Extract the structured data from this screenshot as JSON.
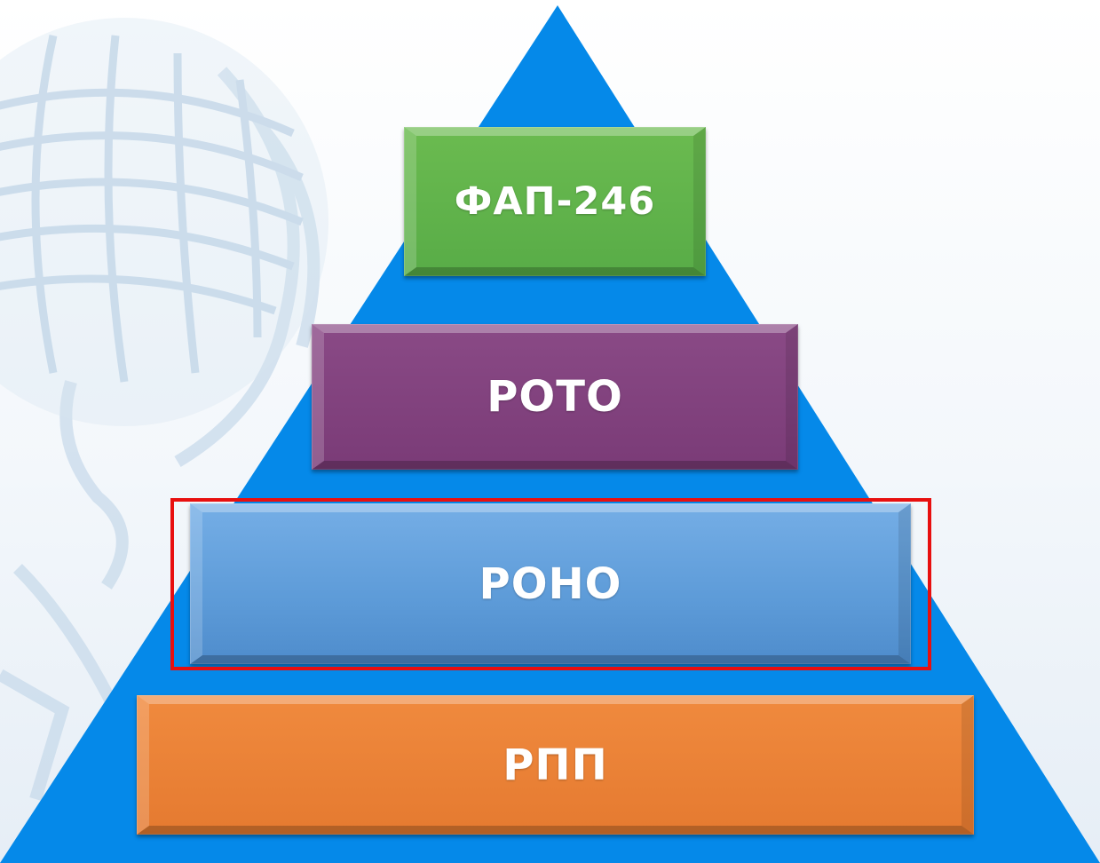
{
  "pyramid": {
    "levels": [
      {
        "label": "ФАП-246",
        "color": "#5aad48"
      },
      {
        "label": "РОТО",
        "color": "#7b3d78"
      },
      {
        "label": "РОНО",
        "color": "#5e9cd9"
      },
      {
        "label": "РПП",
        "color": "#e87d33"
      }
    ],
    "triangle_color": "#0589e9",
    "highlighted_level": "РОНО",
    "highlight_color": "#e80f0f"
  },
  "background": {
    "emblem": "globe-and-eagle-watermark"
  }
}
